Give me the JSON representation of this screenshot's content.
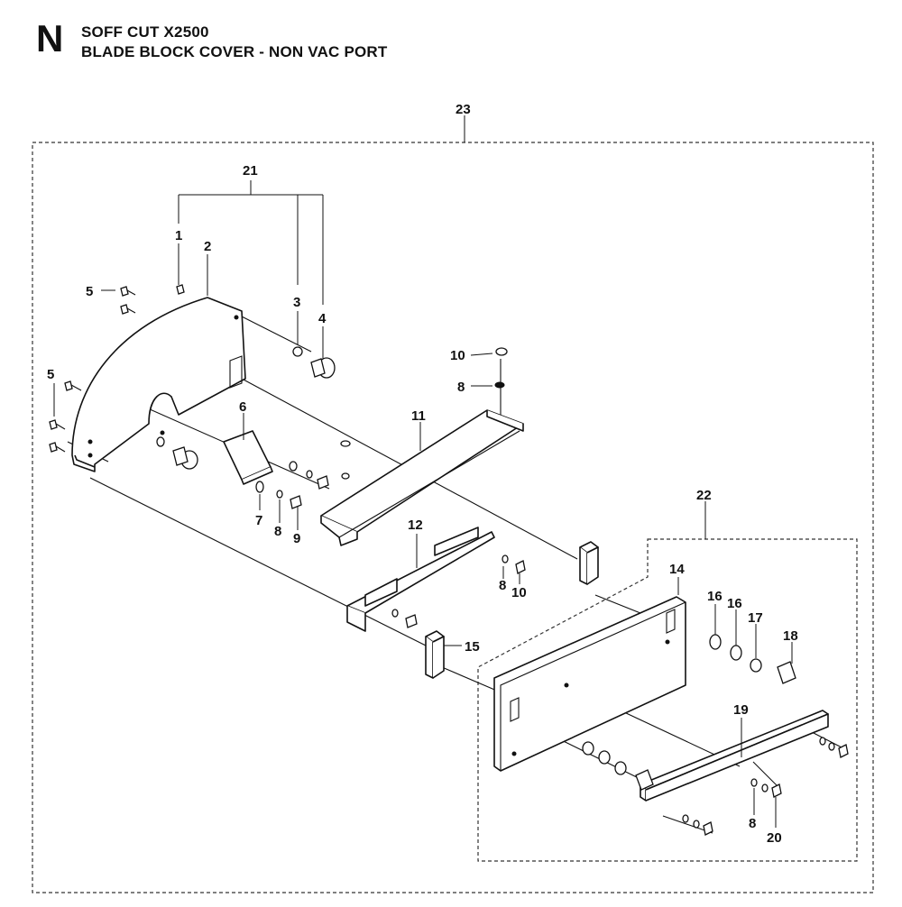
{
  "header": {
    "section_letter": "N",
    "model": "SOFF CUT X2500",
    "title": "BLADE BLOCK COVER - NON VAC PORT"
  },
  "callouts": {
    "c23": "23",
    "c21": "21",
    "c1": "1",
    "c2": "2",
    "c3": "3",
    "c4": "4",
    "c5a": "5",
    "c5b": "5",
    "c6": "6",
    "c7": "7",
    "c8a": "8",
    "c9": "9",
    "c10a": "10",
    "c8b": "8",
    "c11": "11",
    "c12": "12",
    "c8c": "8",
    "c10b": "10",
    "c15": "15",
    "c22": "22",
    "c14": "14",
    "c16a": "16",
    "c16b": "16",
    "c17": "17",
    "c18": "18",
    "c19": "19",
    "c8d": "8",
    "c20": "20"
  }
}
